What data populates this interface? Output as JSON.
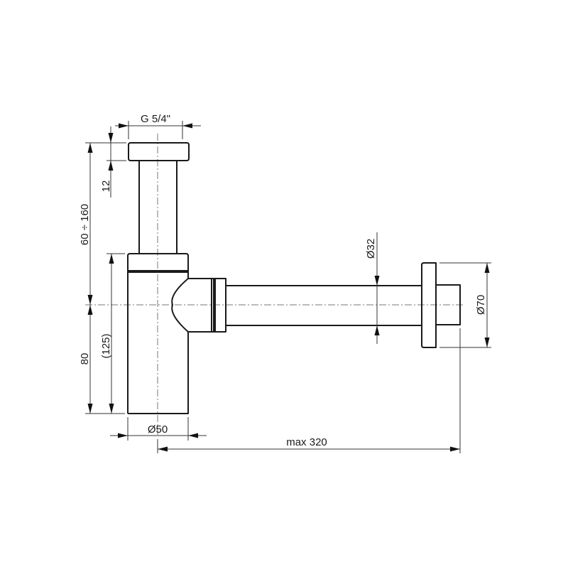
{
  "drawing": {
    "title": "Bottle trap technical drawing",
    "line_color": "#1a1a1a",
    "background": "#ffffff"
  },
  "dimensions": {
    "thread": "G 5/4\"",
    "cap_height": "12",
    "adjustable_height": "60 ÷ 160",
    "outlet_height": "80",
    "body_height": "(125)",
    "body_diameter": "Ø50",
    "outlet_pipe_diameter": "Ø32",
    "rosette_diameter": "Ø70",
    "max_length": "max 320"
  }
}
